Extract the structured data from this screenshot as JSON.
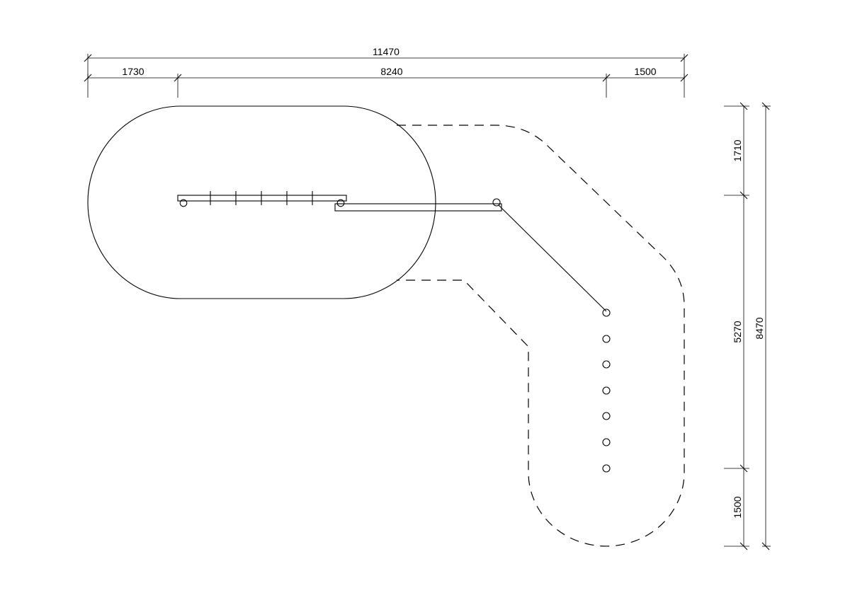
{
  "dimensions": {
    "top_total": "11470",
    "top_left": "1730",
    "top_middle": "8240",
    "top_right": "1500",
    "right_top": "1710",
    "right_middle": "5270",
    "right_bottom": "1500",
    "right_total": "8470"
  }
}
